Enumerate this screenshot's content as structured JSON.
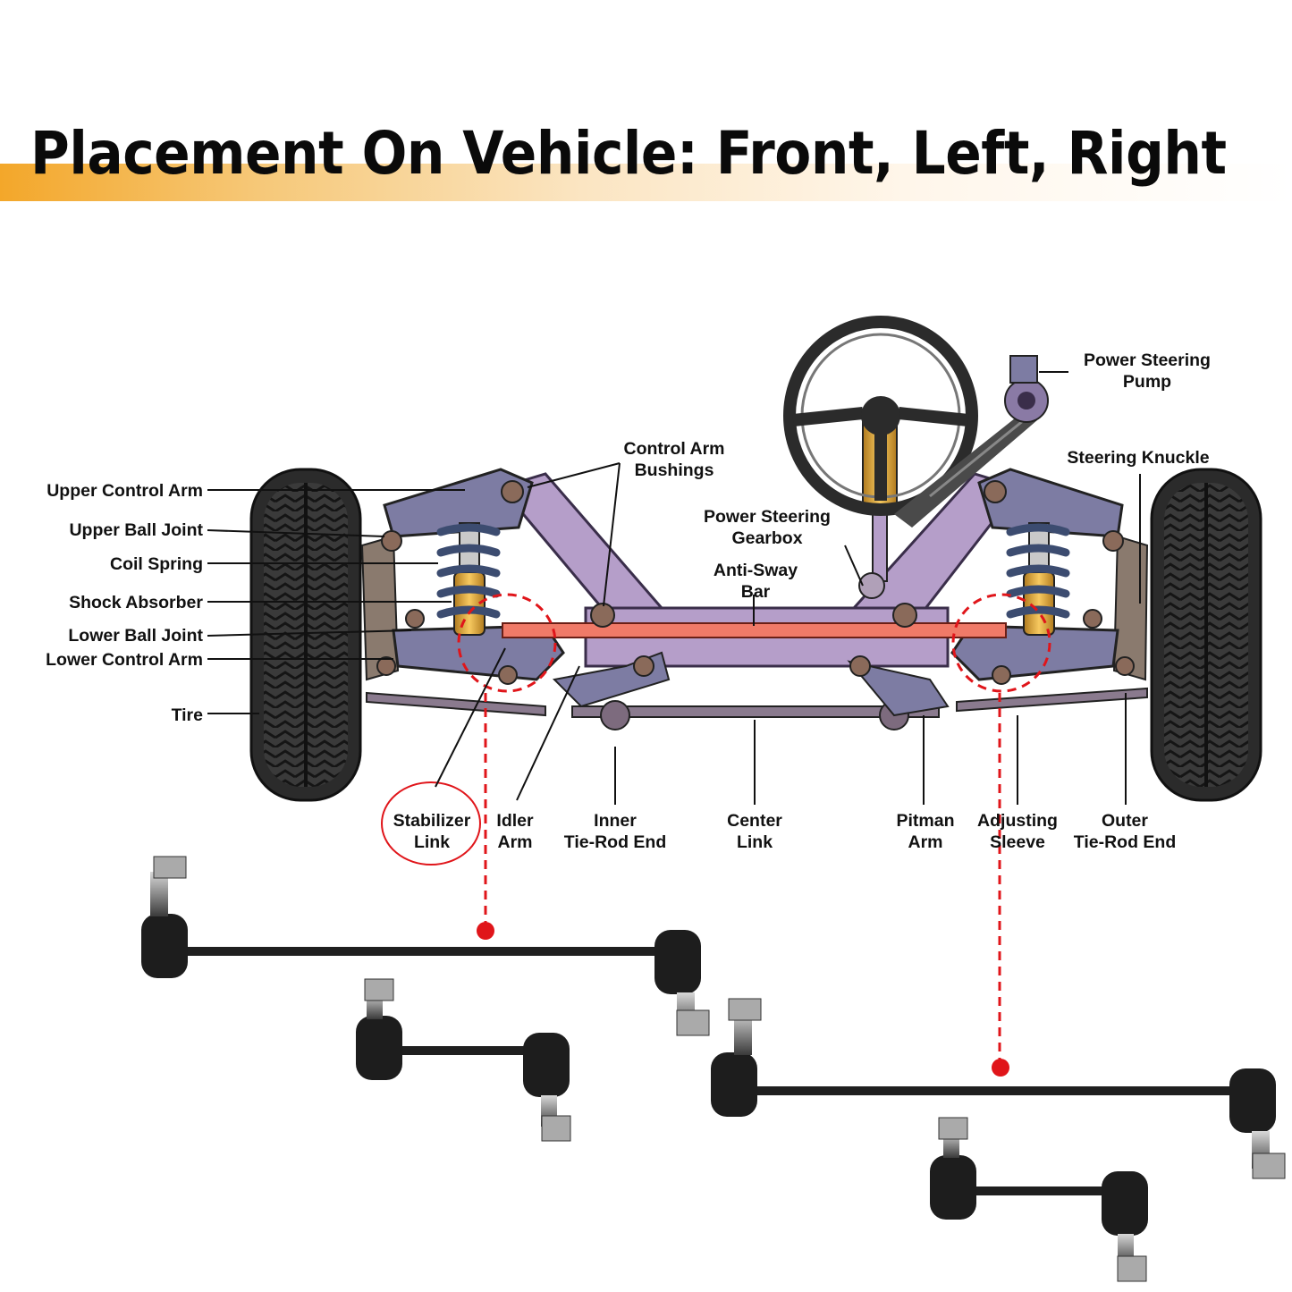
{
  "title": "Placement On Vehicle: Front, Left, Right",
  "colors": {
    "accent_band": "#f3a72a",
    "frame": "#b59ec9",
    "arm": "#7d7ca3",
    "anti_sway_bar": "#f07a68",
    "highlight": "#e0151a",
    "shock": "#f0b84a",
    "tire": "#2b2b2b",
    "spring": "#3c4c70"
  },
  "labels_left": [
    "Upper Control Arm",
    "Upper Ball Joint",
    "Coil Spring",
    "Shock Absorber",
    "Lower Ball Joint",
    "Lower Control Arm",
    "Tire"
  ],
  "labels_top": {
    "control_arm_bushings": [
      "Control Arm",
      "Bushings"
    ],
    "power_steering_gearbox": [
      "Power Steering",
      "Gearbox"
    ],
    "anti_sway_bar": [
      "Anti-Sway",
      "Bar"
    ],
    "power_steering_pump": [
      "Power Steering",
      "Pump"
    ],
    "steering_knuckle": "Steering Knuckle"
  },
  "labels_bottom": {
    "stabilizer_link": [
      "Stabilizer",
      "Link"
    ],
    "idler_arm": [
      "Idler",
      "Arm"
    ],
    "inner_tie_rod_end": [
      "Inner",
      "Tie-Rod End"
    ],
    "center_link": [
      "Center",
      "Link"
    ],
    "pitman_arm": [
      "Pitman",
      "Arm"
    ],
    "adjusting_sleeve": [
      "Adjusting",
      "Sleeve"
    ],
    "outer_tie_rod_end": [
      "Outer",
      "Tie-Rod End"
    ]
  },
  "products": [
    {
      "name": "long stabilizer link"
    },
    {
      "name": "short stabilizer link"
    },
    {
      "name": "long stabilizer link"
    },
    {
      "name": "short stabilizer link"
    }
  ]
}
